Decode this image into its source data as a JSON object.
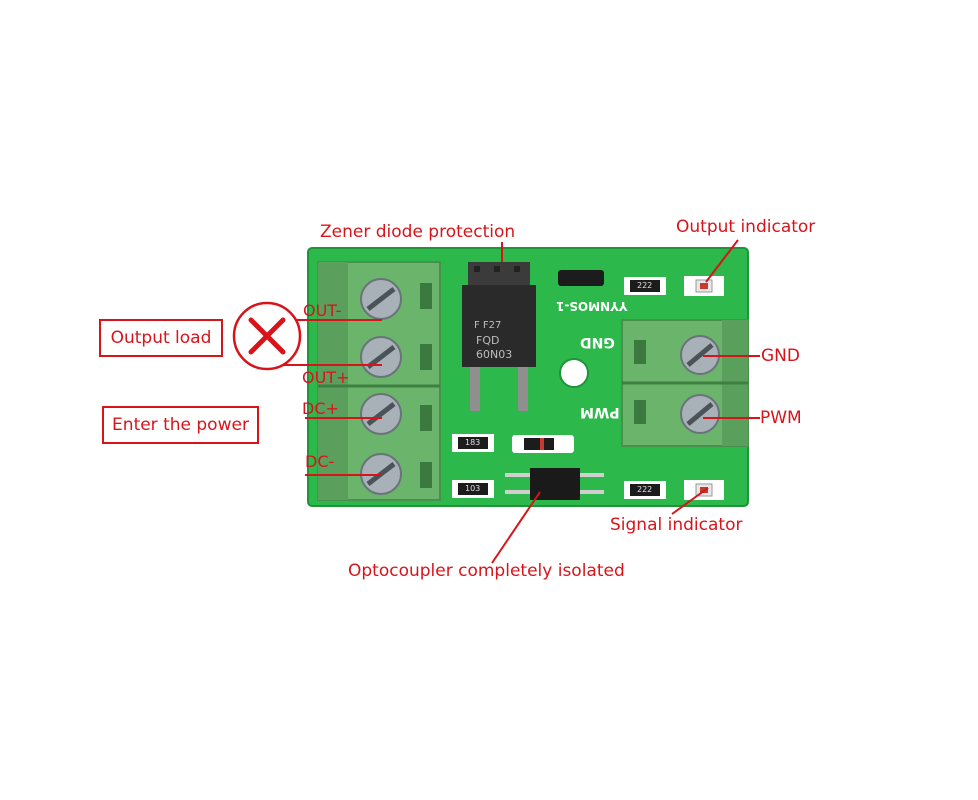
{
  "callouts": {
    "zener": "Zener diode protection",
    "output_indicator": "Output indicator",
    "output_load": "Output load",
    "enter_power": "Enter the power",
    "out_minus": "OUT-",
    "out_plus": "OUT+",
    "dc_plus": "DC+",
    "dc_minus": "DC-",
    "gnd": "GND",
    "pwm": "PWM",
    "signal_indicator": "Signal indicator",
    "optocoupler": "Optocoupler completely isolated"
  },
  "board": {
    "model": "YYNMOS-1",
    "silk_gnd": "GND",
    "silk_pwm": "PWM",
    "mosfet_marking_1": "F F27",
    "mosfet_marking_2": "FQD",
    "mosfet_marking_3": "60N03",
    "resistor_222": "222",
    "resistor_103": "103",
    "resistor_183": "183"
  },
  "colors": {
    "annotation": "#d8141b",
    "pcb": "#2cb84a",
    "terminal": "#6ab46c",
    "screw": "#a9b1b8"
  },
  "icons": {
    "output_load_marker": "cross-circle-icon"
  }
}
